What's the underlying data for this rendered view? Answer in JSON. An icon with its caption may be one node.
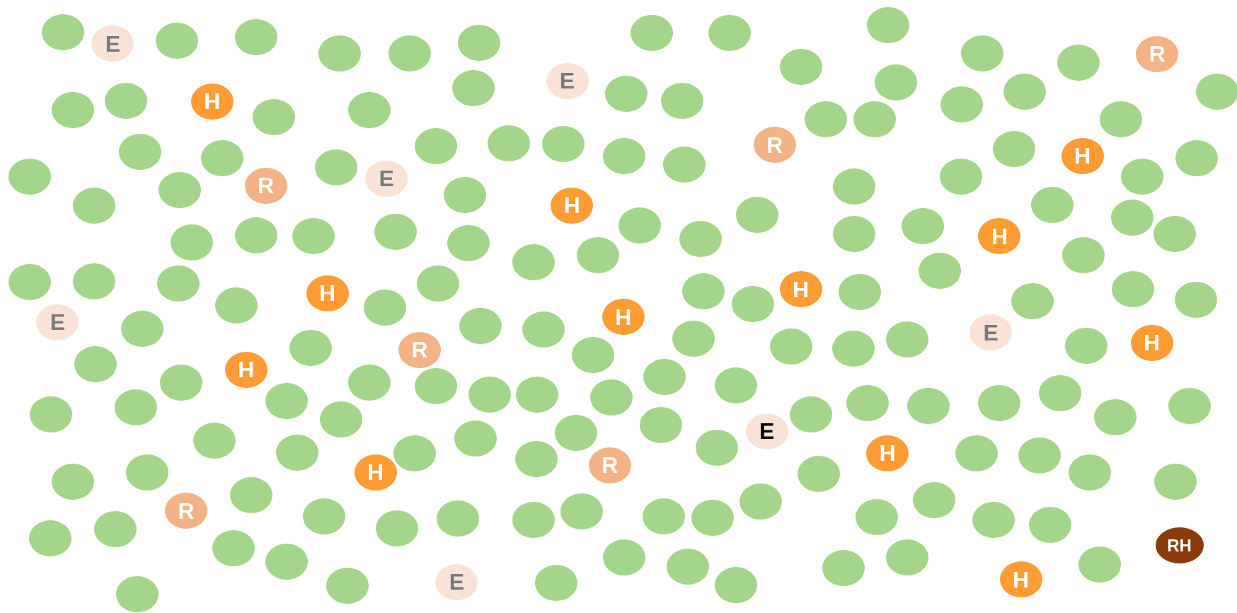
{
  "diagram": {
    "nodes": [
      {
        "text": [
          "E"
        ]
      },
      {
        "text": [
          "R"
        ]
      },
      {
        "text": [
          "E"
        ]
      },
      {
        "text": [
          "H"
        ]
      },
      {
        "text": [
          "R"
        ]
      },
      {
        "text": [
          "H"
        ]
      },
      {
        "text": [
          "E"
        ]
      },
      {
        "text": [
          "R"
        ]
      },
      {
        "text": [
          "H"
        ]
      },
      {
        "text": [
          "H"
        ]
      },
      {
        "text": [
          "H"
        ]
      },
      {
        "text": [
          "H"
        ]
      },
      {
        "text": [
          "H"
        ]
      },
      {
        "text": [
          "E"
        ]
      },
      {
        "text": [
          "E"
        ]
      },
      {
        "text": [
          "H"
        ]
      },
      {
        "text": [
          "R"
        ]
      },
      {
        "text": [
          "H"
        ]
      },
      {
        "text": [
          "E"
        ]
      },
      {
        "text": [
          "H"
        ]
      },
      {
        "text": [
          "R"
        ]
      },
      {
        "text": [
          "H"
        ]
      },
      {
        "text": [
          "R"
        ]
      },
      {
        "text": [
          "RH"
        ]
      },
      {
        "text": [
          "H"
        ]
      },
      {
        "text": [
          "E"
        ]
      },
      {
        "text": [],
        "shape": "circle"
      },
      {
        "text": [],
        "shape": "circle"
      },
      {
        "text": [],
        "shape": "circle"
      },
      {
        "text": [],
        "shape": "circle"
      },
      {
        "text": [],
        "shape": "circle"
      },
      {
        "text": [],
        "shape": "circle"
      },
      {
        "text": [],
        "shape": "circle"
      },
      {
        "text": [],
        "shape": "circle"
      },
      {
        "text": [],
        "shape": "circle"
      },
      {
        "text": [],
        "shape": "circle"
      },
      {
        "text": [],
        "shape": "circle"
      },
      {
        "text": [],
        "shape": "circle"
      },
      {
        "text": [],
        "shape": "circle"
      },
      {
        "text": [],
        "shape": "circle"
      },
      {
        "text": [],
        "shape": "circle"
      },
      {
        "text": [],
        "shape": "circle"
      },
      {
        "text": [],
        "shape": "circle"
      },
      {
        "text": [],
        "shape": "circle"
      },
      {
        "text": [],
        "shape": "circle"
      },
      {
        "text": [],
        "shape": "circle"
      },
      {
        "text": [],
        "shape": "circle"
      },
      {
        "text": [],
        "shape": "circle"
      },
      {
        "text": [],
        "shape": "circle"
      },
      {
        "text": [],
        "shape": "circle"
      },
      {
        "text": [],
        "shape": "circle"
      },
      {
        "text": [],
        "shape": "circle"
      },
      {
        "text": [],
        "shape": "circle"
      },
      {
        "text": [],
        "shape": "circle"
      },
      {
        "text": [],
        "shape": "circle"
      },
      {
        "text": [],
        "shape": "circle"
      },
      {
        "text": [],
        "shape": "circle"
      },
      {
        "text": [],
        "shape": "circle"
      },
      {
        "text": [],
        "shape": "circle"
      },
      {
        "text": [],
        "shape": "circle"
      },
      {
        "text": [],
        "shape": "circle"
      },
      {
        "text": [],
        "shape": "circle"
      },
      {
        "text": [],
        "shape": "circle"
      },
      {
        "text": [],
        "shape": "circle"
      },
      {
        "text": [],
        "shape": "circle"
      },
      {
        "text": [],
        "shape": "circle"
      },
      {
        "text": [],
        "shape": "circle"
      },
      {
        "text": [],
        "shape": "circle"
      },
      {
        "text": [],
        "shape": "circle"
      },
      {
        "text": [],
        "shape": "circle"
      },
      {
        "text": [],
        "shape": "circle"
      },
      {
        "text": [],
        "shape": "circle"
      },
      {
        "text": [],
        "shape": "circle"
      },
      {
        "text": [],
        "shape": "circle"
      },
      {
        "text": [],
        "shape": "circle"
      },
      {
        "text": [],
        "shape": "circle"
      },
      {
        "text": [],
        "shape": "circle"
      },
      {
        "text": [],
        "shape": "circle"
      },
      {
        "text": [],
        "shape": "circle"
      },
      {
        "text": [],
        "shape": "circle"
      },
      {
        "text": [],
        "shape": "circle"
      },
      {
        "text": [],
        "shape": "circle"
      },
      {
        "text": [],
        "shape": "circle"
      },
      {
        "text": [],
        "shape": "circle"
      },
      {
        "text": [],
        "shape": "circle"
      },
      {
        "text": [],
        "shape": "circle"
      },
      {
        "text": [],
        "shape": "circle"
      },
      {
        "text": [],
        "shape": "circle"
      },
      {
        "text": [],
        "shape": "circle"
      },
      {
        "text": [],
        "shape": "circle"
      },
      {
        "text": [],
        "shape": "circle"
      },
      {
        "text": [],
        "shape": "circle"
      },
      {
        "text": [],
        "shape": "circle"
      },
      {
        "text": [],
        "shape": "circle"
      },
      {
        "text": [],
        "shape": "circle"
      },
      {
        "text": [],
        "shape": "circle"
      },
      {
        "text": [],
        "shape": "circle"
      },
      {
        "text": [],
        "shape": "circle"
      },
      {
        "text": [],
        "shape": "circle"
      },
      {
        "text": [],
        "shape": "circle"
      },
      {
        "text": [],
        "shape": "circle"
      },
      {
        "text": [],
        "shape": "circle"
      },
      {
        "text": [],
        "shape": "circle"
      },
      {
        "text": [],
        "shape": "circle"
      },
      {
        "text": [],
        "shape": "circle"
      },
      {
        "text": [],
        "shape": "circle"
      },
      {
        "text": [],
        "shape": "circle"
      },
      {
        "text": [],
        "shape": "circle"
      },
      {
        "text": [],
        "shape": "circle"
      },
      {
        "text": [],
        "shape": "circle"
      },
      {
        "text": [],
        "shape": "circle"
      },
      {
        "text": [],
        "shape": "circle"
      },
      {
        "text": [],
        "shape": "circle"
      },
      {
        "text": [],
        "shape": "circle"
      },
      {
        "text": [],
        "shape": "circle"
      },
      {
        "text": [],
        "shape": "circle"
      },
      {
        "text": [],
        "shape": "circle"
      },
      {
        "text": [],
        "shape": "circle"
      },
      {
        "text": [],
        "shape": "circle"
      },
      {
        "text": [],
        "shape": "circle"
      },
      {
        "text": [],
        "shape": "circle"
      },
      {
        "text": [],
        "shape": "circle"
      },
      {
        "text": [],
        "shape": "circle"
      },
      {
        "text": [],
        "shape": "circle"
      },
      {
        "text": [],
        "shape": "circle"
      },
      {
        "text": [],
        "shape": "circle"
      },
      {
        "text": [],
        "shape": "circle"
      },
      {
        "text": [],
        "shape": "circle"
      },
      {
        "text": [],
        "shape": "circle"
      },
      {
        "text": [],
        "shape": "circle"
      },
      {
        "text": [],
        "shape": "circle"
      },
      {
        "text": [],
        "shape": "circle"
      },
      {
        "text": [],
        "shape": "circle"
      },
      {
        "text": [],
        "shape": "circle"
      },
      {
        "text": [],
        "shape": "circle"
      },
      {
        "text": [],
        "shape": "circle"
      },
      {
        "text": [],
        "shape": "circle"
      },
      {
        "text": [],
        "shape": "circle"
      },
      {
        "text": [],
        "shape": "circle"
      },
      {
        "text": [],
        "shape": "circle"
      },
      {
        "text": [],
        "shape": "circle"
      },
      {
        "text": [],
        "shape": "circle"
      },
      {
        "text": [],
        "shape": "circle"
      },
      {
        "text": [],
        "shape": "circle"
      },
      {
        "text": [],
        "shape": "circle"
      },
      {
        "text": [],
        "shape": "circle"
      },
      {
        "text": [],
        "shape": "circle"
      },
      {
        "text": [],
        "shape": "circle"
      },
      {
        "text": [],
        "shape": "circle"
      },
      {
        "text": [],
        "shape": "circle"
      },
      {
        "text": [],
        "shape": "circle"
      },
      {
        "text": [],
        "shape": "circle"
      },
      {
        "text": [],
        "shape": "circle"
      },
      {
        "text": [],
        "shape": "circle"
      },
      {
        "text": [],
        "shape": "circle"
      },
      {
        "text": [],
        "shape": "circle"
      },
      {
        "text": [],
        "shape": "circle"
      },
      {
        "text": [],
        "shape": "circle"
      },
      {
        "text": [],
        "shape": "circle"
      },
      {
        "text": [],
        "shape": "circle"
      },
      {
        "text": [],
        "shape": "circle"
      },
      {
        "text": [],
        "shape": "circle"
      },
      {
        "text": [],
        "shape": "circle"
      },
      {
        "text": [],
        "shape": "circle"
      },
      {
        "text": [],
        "shape": "circle"
      },
      {
        "text": [],
        "shape": "circle"
      },
      {
        "text": [],
        "shape": "circle"
      },
      {
        "text": [],
        "shape": "circle"
      },
      {
        "text": [],
        "shape": "circle"
      }
    ]
  }
}
